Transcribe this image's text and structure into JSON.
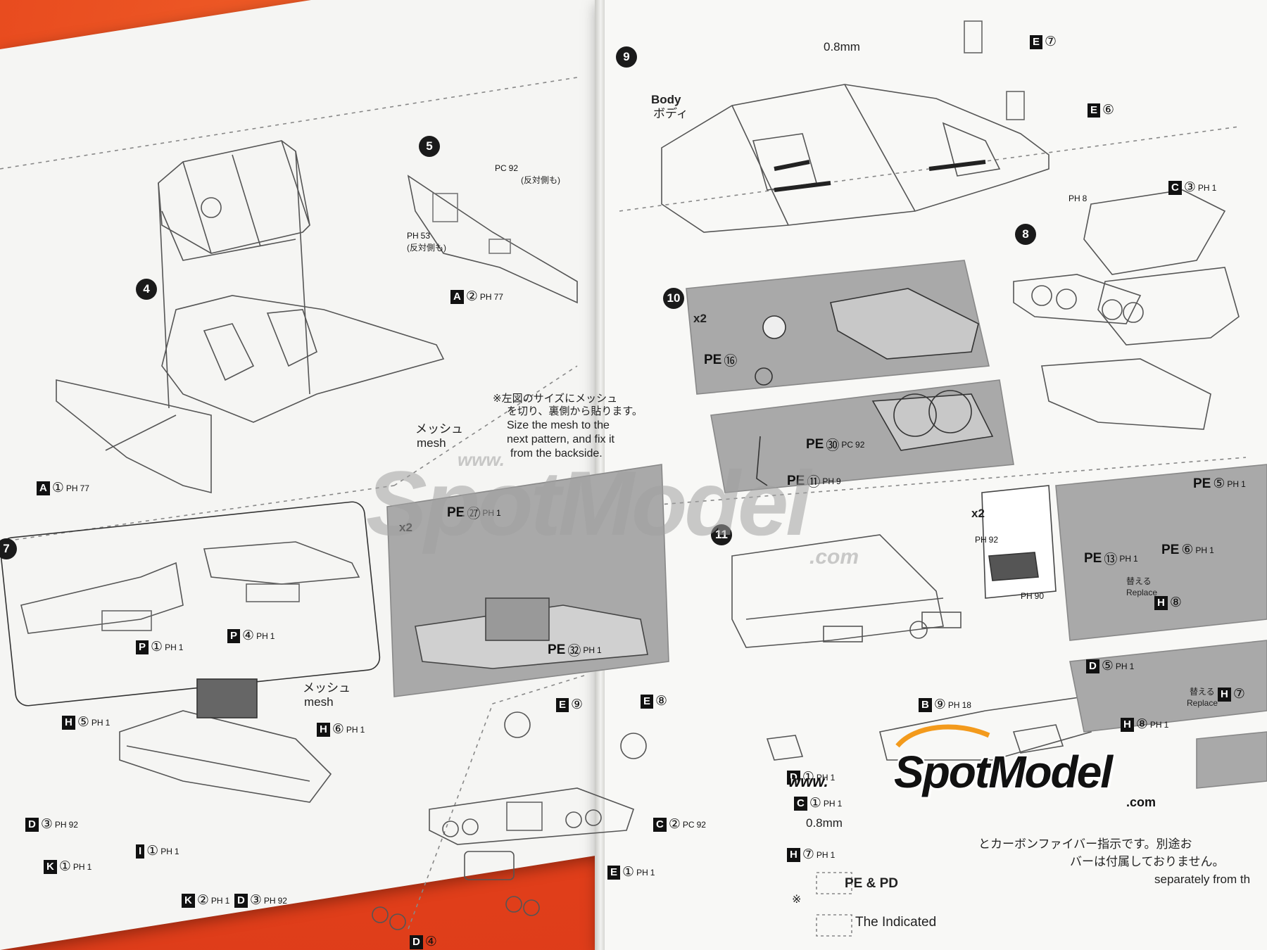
{
  "steps": [
    "4",
    "5",
    "7",
    "8",
    "9",
    "10",
    "11"
  ],
  "labels": {
    "body_en": "Body",
    "body_jp": "ボディ",
    "mesh_jp": "メッシュ",
    "mesh_en": "mesh",
    "mesh_note_jp1": "※左図のサイズにメッシュ",
    "mesh_note_jp2": "を切り、裏側から貼ります。",
    "mesh_note_en1": "Size the mesh to the",
    "mesh_note_en2": "next pattern, and fix it",
    "mesh_note_en3": "from the backside.",
    "thickness_1": "0.8mm",
    "thickness_2": "0.8mm",
    "x2": "x2",
    "replace_jp": "替える",
    "replace_en": "Replace",
    "opposite_1": "(反対側も)",
    "opposite_2": "(反対側も)",
    "pe_pd": "PE & PD",
    "indicated": "The Indicated",
    "bottom_jp": "とカーボンファイバー指示です。別途お",
    "bottom_jp2": "バーは付属しておりません。",
    "separately": "separately from th",
    "asterisk": "※"
  },
  "part_codes": {
    "A1": {
      "letter": "A",
      "num": "①",
      "paint": "PH",
      "pnum": "77"
    },
    "A2": {
      "letter": "A",
      "num": "②",
      "paint": "PH",
      "pnum": "77"
    },
    "PC92": {
      "paint": "PC",
      "pnum": "92"
    },
    "PH53": {
      "paint": "PH",
      "pnum": "53"
    },
    "P1": {
      "letter": "P",
      "num": "①",
      "paint": "PH",
      "pnum": "1"
    },
    "P4": {
      "letter": "P",
      "num": "④",
      "paint": "PH",
      "pnum": "1"
    },
    "H5": {
      "letter": "H",
      "num": "⑤",
      "paint": "PH",
      "pnum": "1"
    },
    "H6": {
      "letter": "H",
      "num": "⑥",
      "paint": "PH",
      "pnum": "1"
    },
    "D3a": {
      "letter": "D",
      "num": "③",
      "paint": "PH",
      "pnum": "92"
    },
    "K1": {
      "letter": "K",
      "num": "①",
      "paint": "PH",
      "pnum": "1"
    },
    "I1": {
      "letter": "I",
      "num": "①",
      "paint": "PH",
      "pnum": "1"
    },
    "K2": {
      "letter": "K",
      "num": "②",
      "paint": "PH",
      "pnum": "1"
    },
    "D3b": {
      "letter": "D",
      "num": "③",
      "paint": "PH",
      "pnum": "92"
    },
    "PE27": {
      "letter": "PE",
      "num": "㉗",
      "paint": "PH",
      "pnum": "1"
    },
    "PE32": {
      "letter": "PE",
      "num": "㉜",
      "paint": "PH",
      "pnum": "1"
    },
    "E9": {
      "letter": "E",
      "num": "⑨"
    },
    "E8": {
      "letter": "E",
      "num": "⑧"
    },
    "C2": {
      "letter": "C",
      "num": "②",
      "paint": "PC",
      "pnum": "92"
    },
    "E1": {
      "letter": "E",
      "num": "①",
      "paint": "PH",
      "pnum": "1"
    },
    "D4": {
      "letter": "D",
      "num": "④"
    },
    "E7": {
      "letter": "E",
      "num": "⑦"
    },
    "E6": {
      "letter": "E",
      "num": "⑥"
    },
    "C3": {
      "letter": "C",
      "num": "③",
      "paint": "PH",
      "pnum": "1"
    },
    "PH8": {
      "paint": "PH",
      "pnum": "8"
    },
    "PE16": {
      "letter": "PE",
      "num": "⑯"
    },
    "PE30": {
      "letter": "PE",
      "num": "㉚",
      "paint": "PC",
      "pnum": "92"
    },
    "PE11": {
      "letter": "PE",
      "num": "⑪",
      "paint": "PH",
      "pnum": "9"
    },
    "PH92": {
      "paint": "PH",
      "pnum": "92"
    },
    "PH90": {
      "paint": "PH",
      "pnum": "90"
    },
    "PE5": {
      "letter": "PE",
      "num": "⑤",
      "paint": "PH",
      "pnum": "1"
    },
    "PE13": {
      "letter": "PE",
      "num": "⑬",
      "paint": "PH",
      "pnum": "1"
    },
    "PE6": {
      "letter": "PE",
      "num": "⑥",
      "paint": "PH",
      "pnum": "1"
    },
    "H8a": {
      "letter": "H",
      "num": "⑧"
    },
    "H7a": {
      "letter": "H",
      "num": "⑦"
    },
    "D5": {
      "letter": "D",
      "num": "⑤",
      "paint": "PH",
      "pnum": "1"
    },
    "B9": {
      "letter": "B",
      "num": "⑨",
      "paint": "PH",
      "pnum": "18"
    },
    "H8b": {
      "letter": "H",
      "num": "⑧",
      "paint": "PH",
      "pnum": "1"
    },
    "D1": {
      "letter": "D",
      "num": "①",
      "paint": "PH",
      "pnum": "1"
    },
    "C1": {
      "letter": "C",
      "num": "①",
      "paint": "PH",
      "pnum": "1"
    },
    "H7b": {
      "letter": "H",
      "num": "⑦",
      "paint": "PH",
      "pnum": "1"
    }
  },
  "watermark": {
    "www": "www.",
    "brand": "SpotModel",
    "com": ".com"
  },
  "logo": {
    "www": "www.",
    "brand": "SpotModel",
    "com": ".com"
  },
  "colors": {
    "background": "#e84a1c",
    "page": "#f7f7f5",
    "panel": "#a9a9a9",
    "ink": "#111111"
  }
}
